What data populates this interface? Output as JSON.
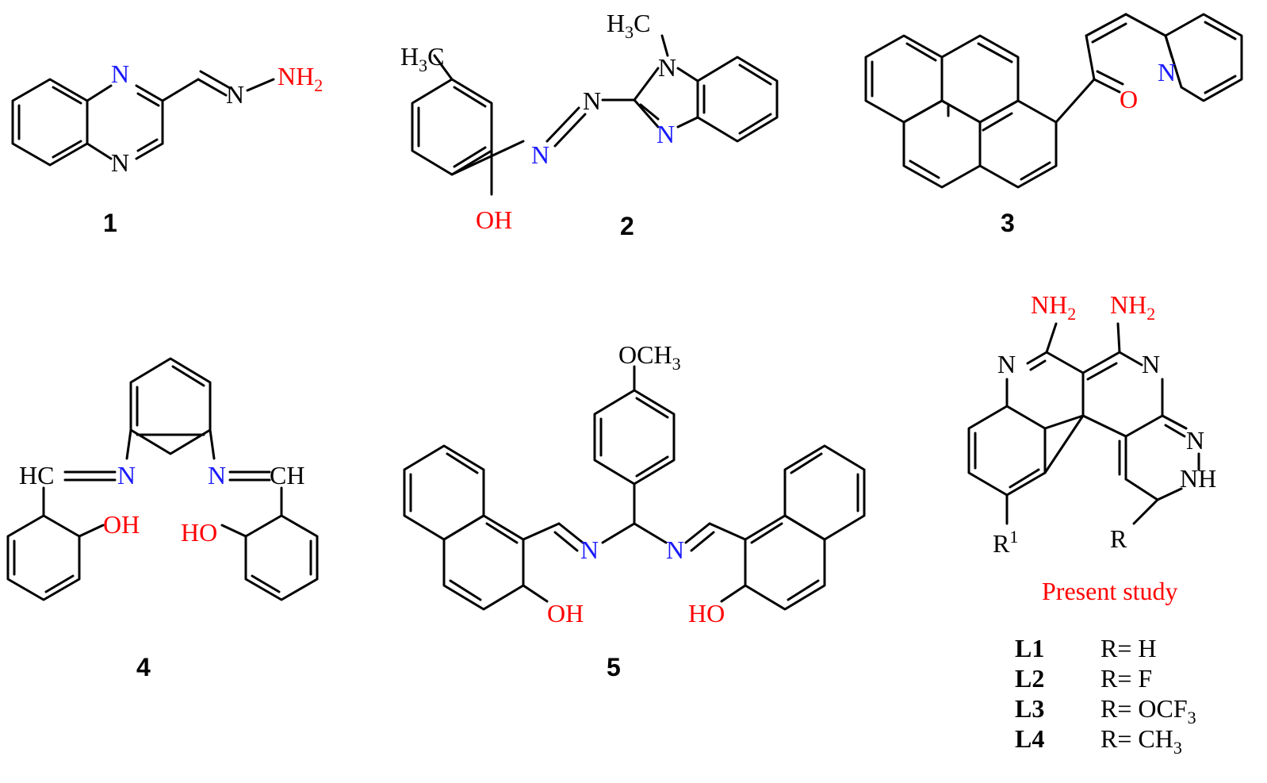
{
  "colors": {
    "nitrogen": "#1a1aff",
    "highlight": "#ff0000",
    "ink": "#000000"
  },
  "compounds": {
    "c1": {
      "number": "1",
      "nh2": "NH",
      "nh2_sub": "2",
      "n_imine": "N",
      "n_top": "N",
      "n_bottom": "N"
    },
    "c2": {
      "number": "2",
      "h3c": "H",
      "h3c_sub": "3",
      "h3c_c": "C",
      "nmethyl_h": "H",
      "nmethyl_sub": "3",
      "nmethyl_c": "C",
      "n_methyl": "N",
      "n_azo_top": "N",
      "n_azo_bottom": "N",
      "n_ring": "N",
      "oh": "OH"
    },
    "c3": {
      "number": "3",
      "o": "O",
      "n_pyr": "N"
    },
    "c4": {
      "number": "4",
      "hc": "HC",
      "ch": "CH",
      "n_left": "N",
      "n_right": "N",
      "oh_left": "OH",
      "ho_right": "HO"
    },
    "c5": {
      "number": "5",
      "och3": "OCH",
      "och3_sub": "3",
      "n_left": "N",
      "n_right": "N",
      "oh": "OH",
      "ho": "HO"
    },
    "present": {
      "nh2_a": "NH",
      "nh2_a_sub": "2",
      "nh2_b": "NH",
      "nh2_b_sub": "2",
      "n_left": "N",
      "n_right": "N",
      "n_pyrazole": "N",
      "nh": "NH",
      "r": "R",
      "r1": "R",
      "r1_sup": "1",
      "caption": "Present study",
      "legend": [
        {
          "code": "L1",
          "r": "R= H",
          "sub": ""
        },
        {
          "code": "L2",
          "r": "R= F",
          "sub": ""
        },
        {
          "code": "L3",
          "r": "R= OCF",
          "sub": "3"
        },
        {
          "code": "L4",
          "r": "R= CH",
          "sub": "3"
        }
      ]
    }
  }
}
